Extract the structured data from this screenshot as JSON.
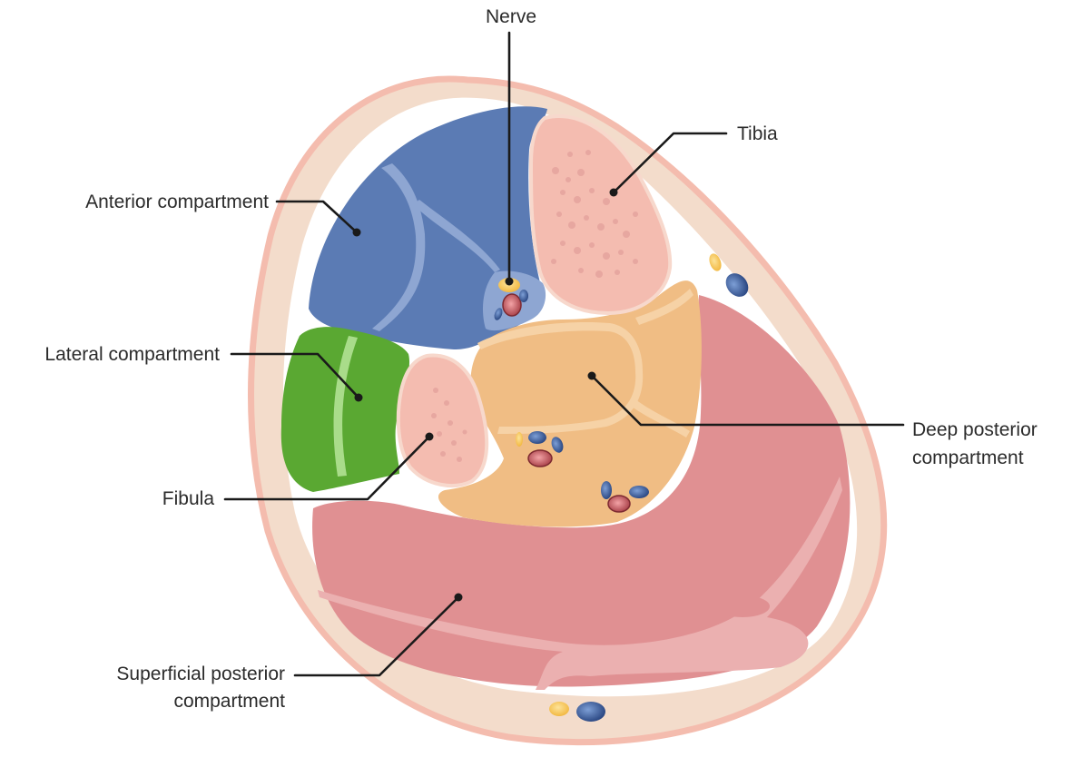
{
  "labels": {
    "nerve": "Nerve",
    "tibia": "Tibia",
    "anterior": "Anterior compartment",
    "lateral": "Lateral compartment",
    "fibula": "Fibula",
    "deep_line1": "Deep posterior",
    "deep_line2": "compartment",
    "superficial_line1": "Superficial posterior",
    "superficial_line2": "compartment"
  },
  "colors": {
    "skin_outline": "#f4bcae",
    "subcutaneous": "#f3dccb",
    "fascia": "#ffffff",
    "anterior": "#5b7bb4",
    "anterior_septa": "#8ea6d2",
    "lateral": "#5aa832",
    "lateral_septum": "#a9dc8a",
    "deep_posterior": "#f0bd84",
    "superficial_posterior": "#e09092",
    "tibia": "#f4bcb0",
    "fibula": "#f4bcb0",
    "nerve": "#f8c24a",
    "vein": "#36558f",
    "artery": "#b8474d"
  }
}
